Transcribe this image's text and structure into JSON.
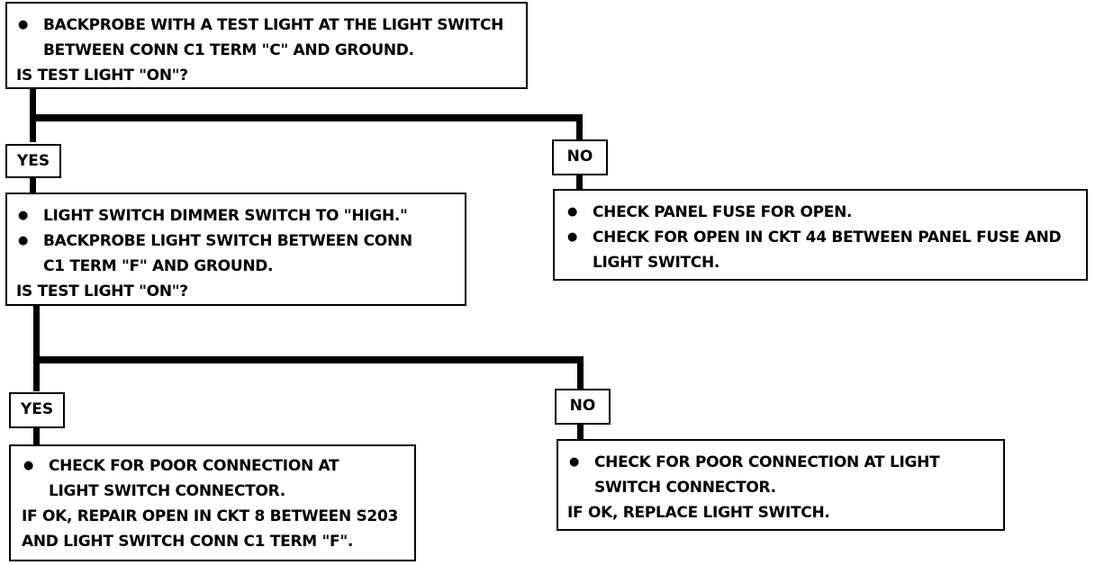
{
  "box1": {
    "bullets": [
      "BACKPROBE WITH A TEST LIGHT AT THE LIGHT SWITCH BETWEEN CONN C1 TERM \"C\" AND GROUND."
    ],
    "question": "IS TEST LIGHT \"ON\"?"
  },
  "branch1": {
    "yes": "YES",
    "no": "NO"
  },
  "box_yes1": {
    "bullets": [
      "LIGHT SWITCH DIMMER SWITCH TO \"HIGH.\"",
      "BACKPROBE LIGHT SWITCH BETWEEN CONN C1 TERM \"F\" AND GROUND."
    ],
    "question": "IS TEST LIGHT \"ON\"?"
  },
  "box_no1": {
    "bullets": [
      "CHECK PANEL FUSE FOR OPEN.",
      "CHECK FOR OPEN IN CKT 44 BETWEEN PANEL FUSE AND LIGHT SWITCH."
    ]
  },
  "branch2": {
    "yes": "YES",
    "no": "NO"
  },
  "box_yes2": {
    "bullets": [
      "CHECK FOR POOR CONNECTION AT LIGHT SWITCH CONNECTOR."
    ],
    "note": "IF OK, REPAIR OPEN IN CKT 8 BETWEEN S203 AND LIGHT SWITCH CONN C1 TERM \"F\"."
  },
  "box_no2": {
    "bullets": [
      "CHECK FOR POOR CONNECTION AT LIGHT SWITCH CONNECTOR."
    ],
    "note": "IF OK, REPLACE LIGHT SWITCH."
  }
}
